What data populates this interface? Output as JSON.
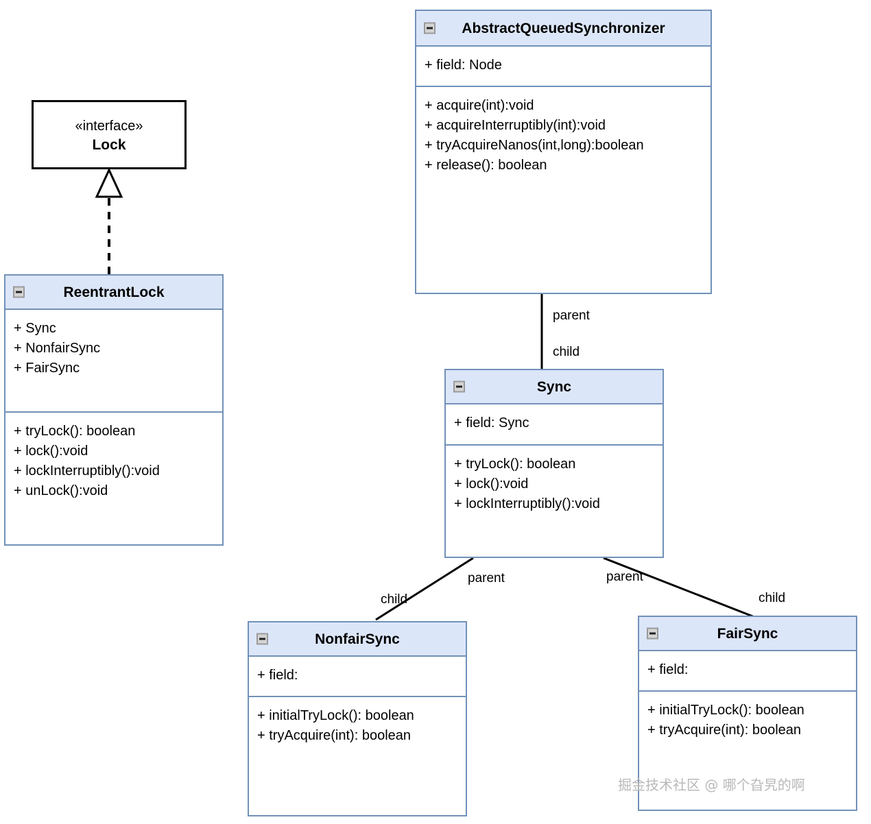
{
  "diagram": {
    "title": "ReentrantLock / AbstractQueuedSynchronizer UML class diagram",
    "colors": {
      "class_header_fill": "#dce6f9",
      "class_border": "#7191b8",
      "interface_border": "#000000",
      "body_fill": "#ffffff",
      "edge_stroke": "#000000",
      "collapse_icon_fill": "#d4d4d4",
      "watermark_color": "#b9b9b9"
    }
  },
  "nodes": {
    "lock": {
      "stereotype": "«interface»",
      "name": "Lock",
      "icon": "none"
    },
    "reentrant_lock": {
      "name": "ReentrantLock",
      "icon": "collapse-minus-icon",
      "fields": [
        "+ Sync",
        "+ NonfairSync",
        "+ FairSync"
      ],
      "methods": [
        "+ tryLock(): boolean",
        "+ lock():void",
        "+ lockInterruptibly():void",
        "+ unLock():void"
      ]
    },
    "aqs": {
      "name": "AbstractQueuedSynchronizer",
      "icon": "collapse-minus-icon",
      "fields": [
        "+ field: Node"
      ],
      "methods": [
        "+ acquire(int):void",
        "+ acquireInterruptibly(int):void",
        "+ tryAcquireNanos(int,long):boolean",
        "+ release(): boolean"
      ]
    },
    "sync": {
      "name": "Sync",
      "icon": "collapse-minus-icon",
      "fields": [
        "+ field: Sync"
      ],
      "methods": [
        "+ tryLock(): boolean",
        "+ lock():void",
        "+ lockInterruptibly():void"
      ]
    },
    "nonfair_sync": {
      "name": "NonfairSync",
      "icon": "collapse-minus-icon",
      "fields": [
        "+ field:"
      ],
      "methods": [
        "+ initialTryLock(): boolean",
        "+ tryAcquire(int): boolean"
      ]
    },
    "fair_sync": {
      "name": "FairSync",
      "icon": "collapse-minus-icon",
      "fields": [
        "+ field:"
      ],
      "methods": [
        "+ initialTryLock(): boolean",
        "+ tryAcquire(int): boolean"
      ]
    }
  },
  "edges": {
    "lock_reentrantlock": {
      "type": "realization",
      "from": "ReentrantLock",
      "to": "Lock",
      "style": "dashed-hollow-triangle",
      "labels": []
    },
    "aqs_sync": {
      "type": "nesting",
      "from": "AbstractQueuedSynchronizer",
      "to": "Sync",
      "parent_label": "parent",
      "child_label": "child"
    },
    "sync_nonfair": {
      "type": "nesting",
      "from": "Sync",
      "to": "NonfairSync",
      "parent_label": "parent",
      "child_label": "child"
    },
    "sync_fair": {
      "type": "nesting",
      "from": "Sync",
      "to": "FairSync",
      "parent_label": "parent",
      "child_label": "child"
    }
  },
  "watermark": {
    "text": "掘金技术社区 @ 哪个旮旯的啊"
  }
}
